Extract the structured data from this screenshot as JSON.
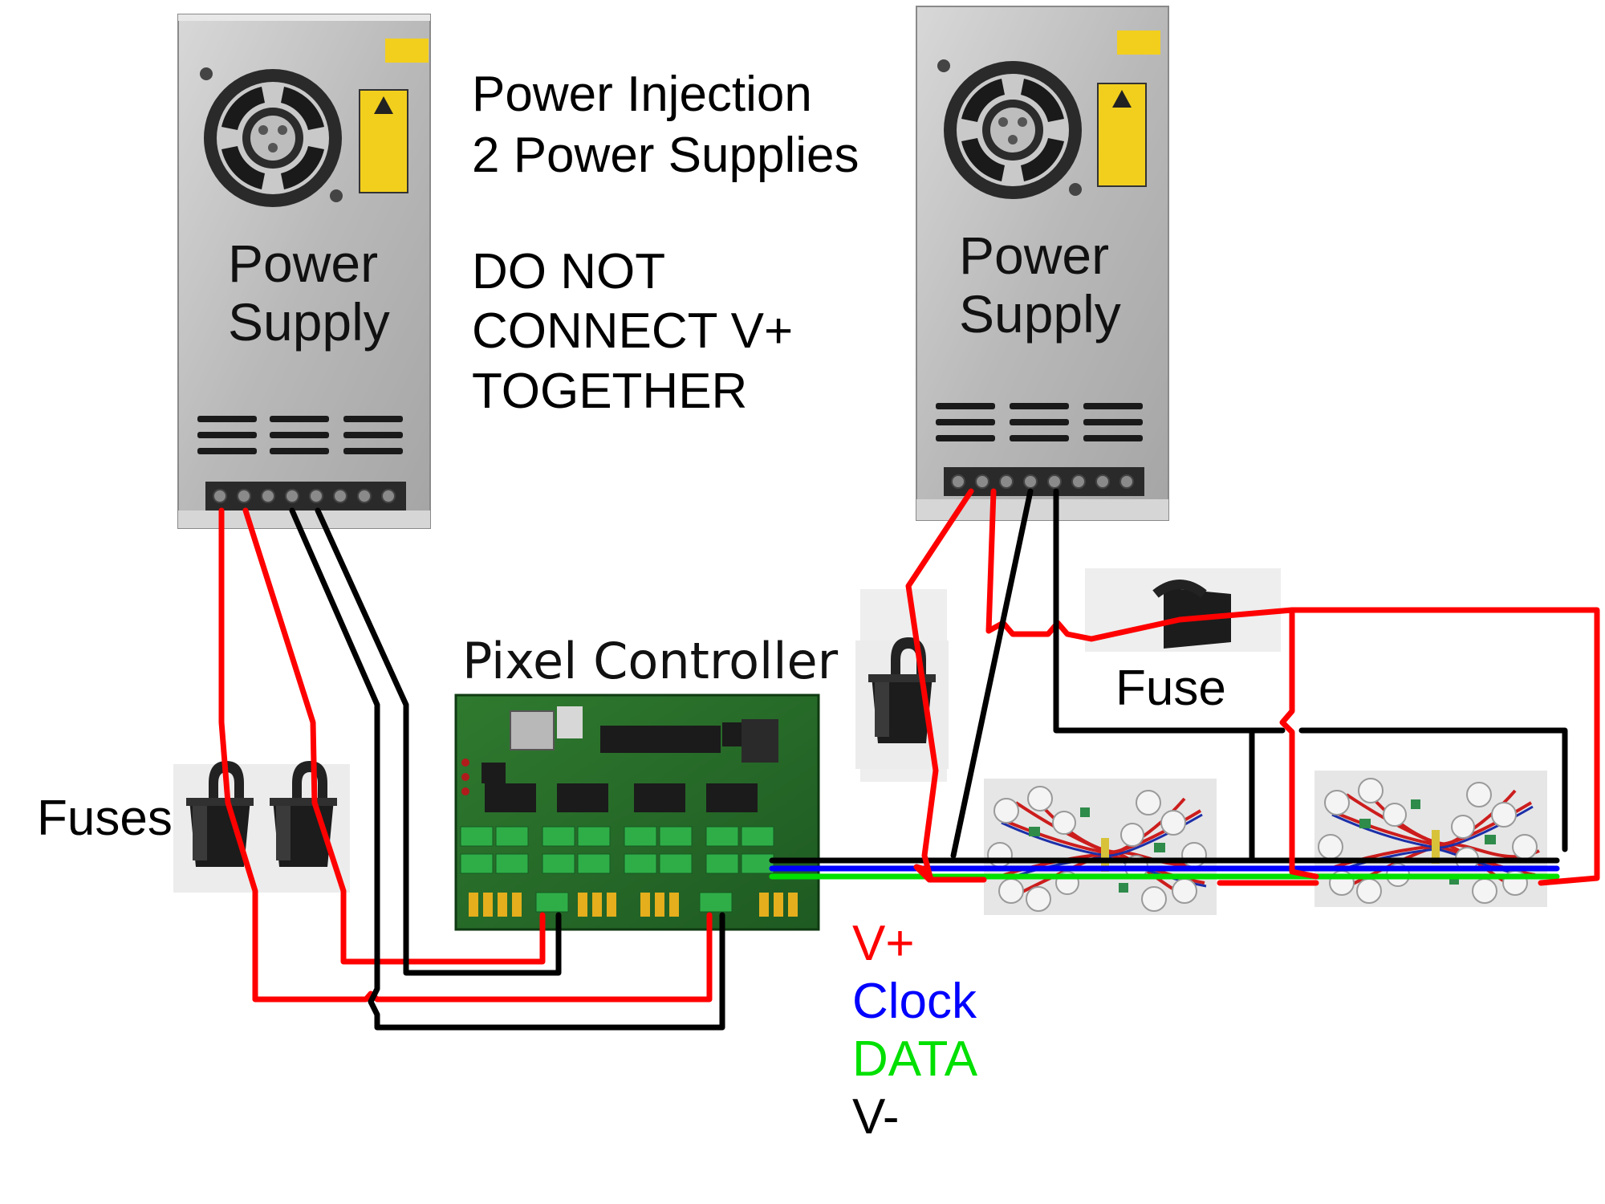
{
  "title": {
    "line1": "Power Injection",
    "line2": "2 Power Supplies"
  },
  "warning": {
    "line1": "DO NOT",
    "line2": "CONNECT V+",
    "line3": "TOGETHER"
  },
  "power_supplies": [
    {
      "line1": "Power",
      "line2": "Supply"
    },
    {
      "line1": "Power",
      "line2": "Supply"
    }
  ],
  "controller": {
    "label": "Pixel Controller"
  },
  "fuse_labels": {
    "single": "Fuse",
    "plural": "Fuses"
  },
  "legend": {
    "items": [
      {
        "label": "V+",
        "color": "#ff0000"
      },
      {
        "label": "Clock",
        "color": "#0000ff"
      },
      {
        "label": "DATA",
        "color": "#00e000"
      },
      {
        "label": "V-",
        "color": "#000000"
      }
    ]
  },
  "wire_colors": {
    "positive": "#ff0000",
    "negative": "#000000",
    "clock": "#0000ff",
    "data": "#00e000"
  },
  "icons": [
    "power-supply-icon",
    "fan-icon",
    "caution-label-icon",
    "blade-fuse-icon",
    "pixel-controller-board-icon",
    "led-pixel-string-icon"
  ]
}
